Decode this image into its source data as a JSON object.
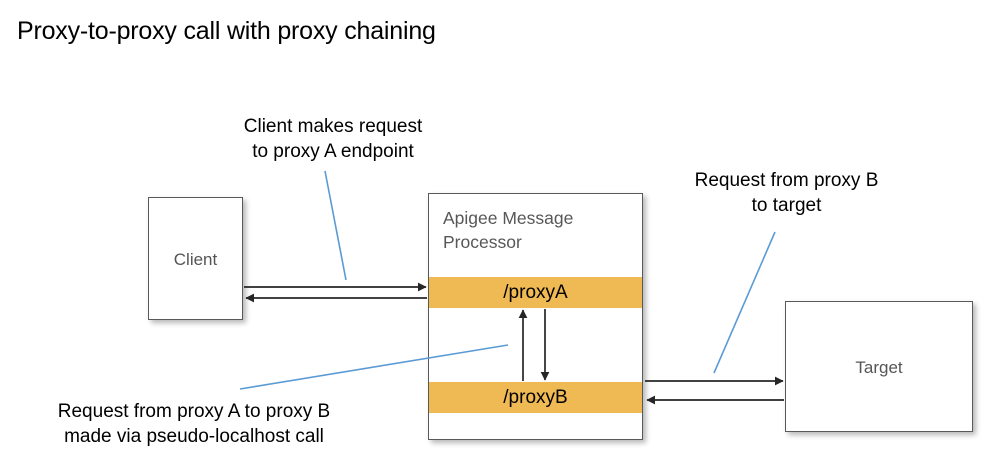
{
  "diagram": {
    "title": "Proxy-to-proxy call with proxy chaining",
    "accent_orange": "#efb954",
    "leader_blue": "#5b9bd5",
    "box_border": "#595959",
    "box_text": "#555555",
    "arrow_color": "#262626",
    "background": "#ffffff"
  },
  "nodes": {
    "client": {
      "label": "Client"
    },
    "message_processor": {
      "label": "Apigee Message\nProcessor",
      "proxy_a": "/proxyA",
      "proxy_b": "/proxyB"
    },
    "target": {
      "label": "Target"
    }
  },
  "annotations": {
    "client_request": "Client makes request\nto proxy A endpoint",
    "target_request": "Request from proxy B\nto target",
    "proxy_chain": "Request from proxy A to proxy B\nmade via pseudo-localhost call"
  },
  "flows": [
    {
      "name": "client-to-proxy-a",
      "from": "Client",
      "to": "/proxyA",
      "direction": "right"
    },
    {
      "name": "proxy-a-to-client",
      "from": "/proxyA",
      "to": "Client",
      "direction": "left"
    },
    {
      "name": "proxy-b-to-proxy-a",
      "from": "/proxyB",
      "to": "/proxyA",
      "direction": "up"
    },
    {
      "name": "proxy-a-to-proxy-b",
      "from": "/proxyA",
      "to": "/proxyB",
      "direction": "down"
    },
    {
      "name": "proxy-b-to-target",
      "from": "/proxyB",
      "to": "Target",
      "direction": "right"
    },
    {
      "name": "target-to-proxy-b",
      "from": "Target",
      "to": "/proxyB",
      "direction": "left"
    }
  ]
}
